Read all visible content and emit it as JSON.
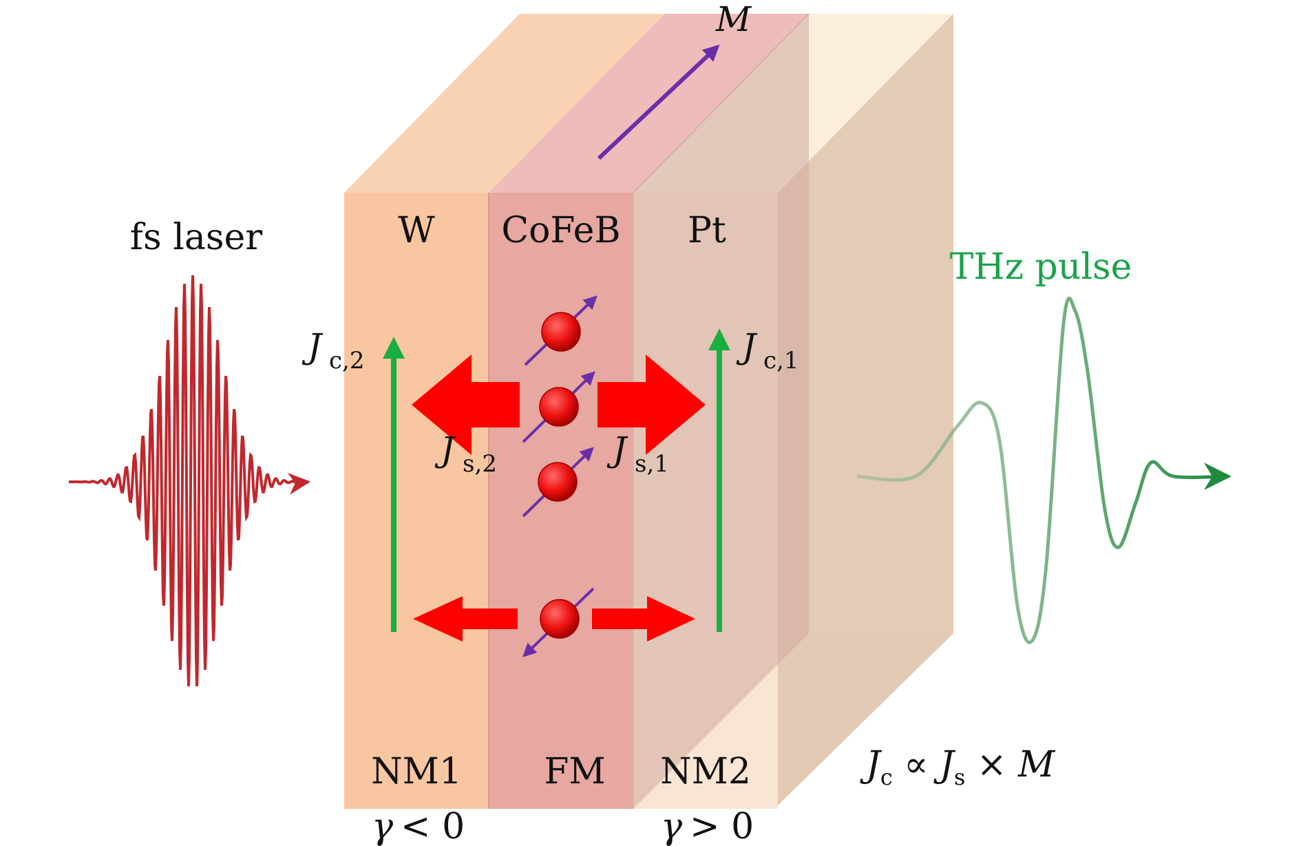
{
  "labels": {
    "laser": "fs laser",
    "thz": "THz pulse",
    "magnetization": "M",
    "layer_w": "W",
    "layer_cofeb": "CoFeB",
    "layer_pt": "Pt",
    "nm1": "NM1",
    "fm": "FM",
    "nm2": "NM2",
    "gamma_left_sym": "γ",
    "gamma_left_rel": "< 0",
    "gamma_right_sym": "γ",
    "gamma_right_rel": "> 0",
    "jc_main": "J",
    "jc_sub": "c,2",
    "jc1_main": "J",
    "jc1_sub": "c,1",
    "js2_main": "J",
    "js2_sub": "s,2",
    "js1_main": "J",
    "js1_sub": "s,1",
    "eq_jc": "J",
    "eq_jc_sub": "c",
    "eq_prop": " ∝ ",
    "eq_js": "J",
    "eq_js_sub": "s",
    "eq_times": " × ",
    "eq_m": "M"
  },
  "colors": {
    "nm1_layer": "#f8c6a0",
    "fm_layer": "#e6a7a0",
    "nm2_layer": "#f7e3cd",
    "back_slab": "#e6cbb5",
    "laser_wave": "#c0282d",
    "thz_wave": "#1f8a3c",
    "thz_text": "#19a34a",
    "charge_current": "#17b040",
    "spin_current": "#ff0000",
    "spin_vector": "#6a2fa8",
    "electron": "#ee1111"
  }
}
